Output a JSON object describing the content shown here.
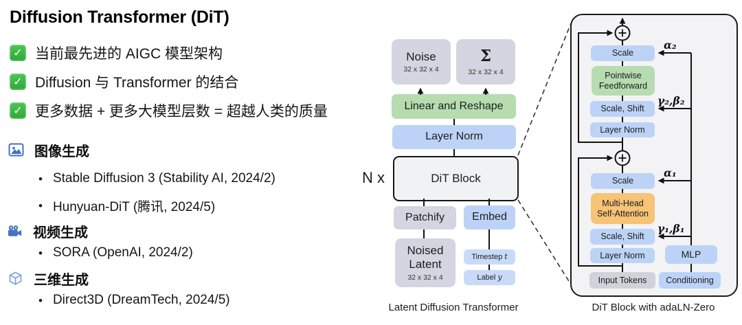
{
  "slide": {
    "title": "Diffusion Transformer (DiT)",
    "check_glyph": "✓",
    "bullet_glyph": "•",
    "checklist": [
      "当前最先进的 AIGC 模型架构",
      "Diffusion 与 Transformer 的结合",
      "更多数据 + 更多大模型层数 = 超越人类的质量"
    ],
    "sections": [
      {
        "title": "图像生成",
        "items": [
          "Stable Diffusion 3 (Stability AI, 2024/2)",
          "Hunyuan-DiT (腾讯, 2024/5)"
        ]
      },
      {
        "title": "视频生成",
        "items": [
          "SORA (OpenAI, 2024/2)"
        ]
      },
      {
        "title": "三维生成",
        "items": [
          "Direct3D (DreamTech, 2024/5)"
        ]
      }
    ]
  },
  "ldt": {
    "caption": "Latent Diffusion Transformer",
    "n_x": "N x",
    "noise_label": "Noise",
    "noise_dims": "32 x 32 x 4",
    "sigma_label": "Σ",
    "sigma_dims": "32 x 32 x 4",
    "linear_reshape": "Linear and Reshape",
    "layer_norm": "Layer Norm",
    "dit_block": "DiT Block",
    "patchify": "Patchify",
    "embed": "Embed",
    "noised_latent_line1": "Noised",
    "noised_latent_line2": "Latent",
    "noised_latent_dims": "32 x 32 x 4",
    "timestep_text": "Timestep",
    "timestep_var": "t",
    "label_text": "Label",
    "label_var": "y"
  },
  "dit": {
    "caption": "DiT Block with adaLN-Zero",
    "ffn": {
      "scale": "Scale",
      "block_line1": "Pointwise",
      "block_line2": "Feedforward",
      "scale_shift": "Scale, Shift",
      "layer_norm": "Layer Norm",
      "alpha": "α₂",
      "gamma_beta": "γ₂,β₂"
    },
    "attn": {
      "scale": "Scale",
      "block_line1": "Multi-Head",
      "block_line2": "Self-Attention",
      "scale_shift": "Scale, Shift",
      "layer_norm": "Layer Norm",
      "alpha": "α₁",
      "gamma_beta": "γ₁,β₁"
    },
    "input_tokens": "Input Tokens",
    "mlp": "MLP",
    "conditioning": "Conditioning"
  },
  "colors": {
    "accent_blue": "#4472c4",
    "check_green": "#3cb943",
    "box_blue": "#bcd3f7",
    "box_green": "#b6dcb0",
    "box_orange": "#f6c377",
    "box_gray": "#d3d6e0",
    "panel_bg": "#f3f3f5"
  }
}
